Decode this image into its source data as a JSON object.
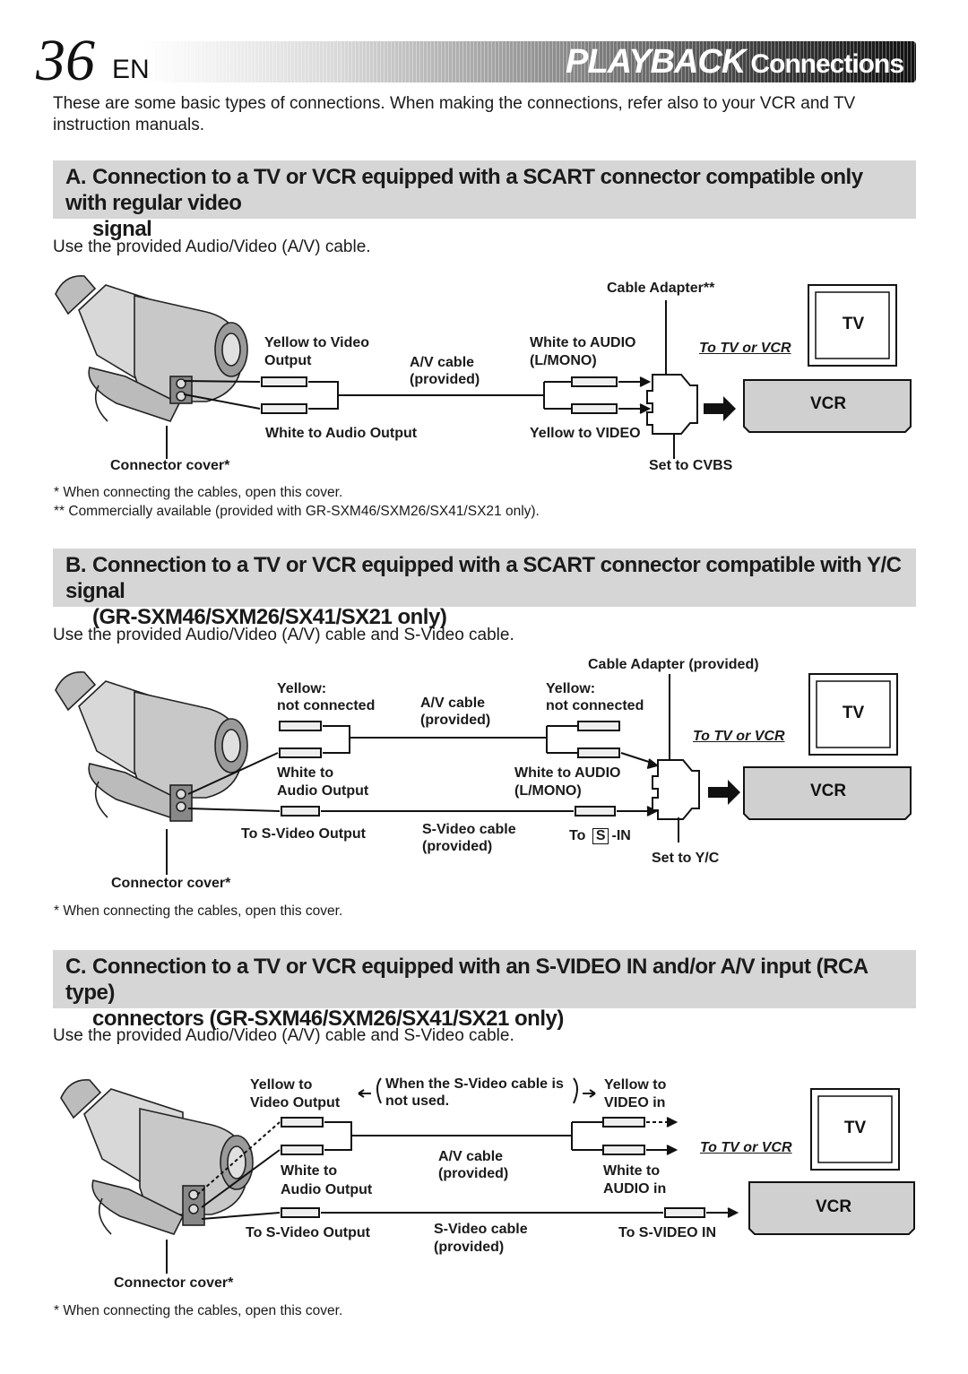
{
  "header": {
    "page_number": "36",
    "lang": "EN",
    "title_main": "PLAYBACK",
    "title_sub": "Connections"
  },
  "intro": "These are some basic types of connections. When making the connections, refer also to your VCR and TV instruction manuals.",
  "sections": [
    {
      "letter": "A.",
      "heading_line1": "Connection to a TV or VCR equipped with a SCART connector compatible only with regular video",
      "heading_line2": "signal",
      "use_text": "Use the provided Audio/Video (A/V) cable.",
      "labels": {
        "cable_adapter": "Cable Adapter**",
        "yellow_video_1": "Yellow to Video",
        "yellow_video_2": "Output",
        "av_cable_1": "A/V cable",
        "av_cable_2": "(provided)",
        "white_audio_1": "White to AUDIO",
        "white_audio_2": "(L/MONO)",
        "to_tv_vcr": "To TV or VCR",
        "white_audio_output": "White to Audio Output",
        "yellow_to_video": "Yellow to VIDEO",
        "connector_cover": "Connector cover*",
        "set_to": "Set to CVBS",
        "tv": "TV",
        "vcr": "VCR"
      },
      "notes": [
        "*   When connecting the cables, open this cover.",
        "** Commercially available (provided with GR-SXM46/SXM26/SX41/SX21 only)."
      ]
    },
    {
      "letter": "B.",
      "heading_line1": "Connection to a TV or VCR equipped with a SCART connector compatible with Y/C signal",
      "heading_line2": "(GR-SXM46/SXM26/SX41/SX21 only)",
      "use_text": "Use the provided Audio/Video (A/V) cable and S-Video cable.",
      "labels": {
        "cable_adapter": "Cable Adapter (provided)",
        "yellow_nc_left_1": "Yellow:",
        "yellow_nc_left_2": "not connected",
        "av_cable_1": "A/V cable",
        "av_cable_2": "(provided)",
        "yellow_nc_right_1": "Yellow:",
        "yellow_nc_right_2": "not connected",
        "to_tv_vcr": "To TV or VCR",
        "white_to_1": "White to",
        "white_to_2": "Audio Output",
        "white_audio_1": "White to AUDIO",
        "white_audio_2": "(L/MONO)",
        "to_svideo_output": "To S-Video Output",
        "svideo_cable_1": "S-Video cable",
        "svideo_cable_2": "(provided)",
        "to_s_in_prefix": "To",
        "to_s_in_box": "S",
        "to_s_in_suffix": "-IN",
        "set_to": "Set to Y/C",
        "connector_cover": "Connector cover*",
        "tv": "TV",
        "vcr": "VCR"
      },
      "notes": [
        "* When connecting the cables, open this cover."
      ]
    },
    {
      "letter": "C.",
      "heading_line1": "Connection to a TV or VCR equipped with an S-VIDEO IN and/or A/V input (RCA type)",
      "heading_line2": "connectors (GR-SXM46/SXM26/SX41/SX21 only)",
      "use_text": "Use the provided Audio/Video (A/V) cable and S-Video cable.",
      "labels": {
        "yellow_to_1": "Yellow to",
        "yellow_to_2": "Video Output",
        "when_svideo_1": "When the S-Video cable is",
        "when_svideo_2": "not used.",
        "yellow_to_in_1": "Yellow to",
        "yellow_to_in_2": "VIDEO in",
        "to_tv_vcr": "To TV or VCR",
        "av_cable_1": "A/V cable",
        "av_cable_2": "(provided)",
        "white_to_1": "White to",
        "white_to_2": "Audio Output",
        "white_to_in_1": "White to",
        "white_to_in_2": "AUDIO in",
        "to_svideo_output": "To S-Video Output",
        "svideo_cable_1": "S-Video cable",
        "svideo_cable_2": "(provided)",
        "to_svideo_in": "To S-VIDEO IN",
        "connector_cover": "Connector cover*",
        "tv": "TV",
        "vcr": "VCR"
      },
      "notes": [
        "* When connecting the cables, open this cover."
      ]
    }
  ]
}
